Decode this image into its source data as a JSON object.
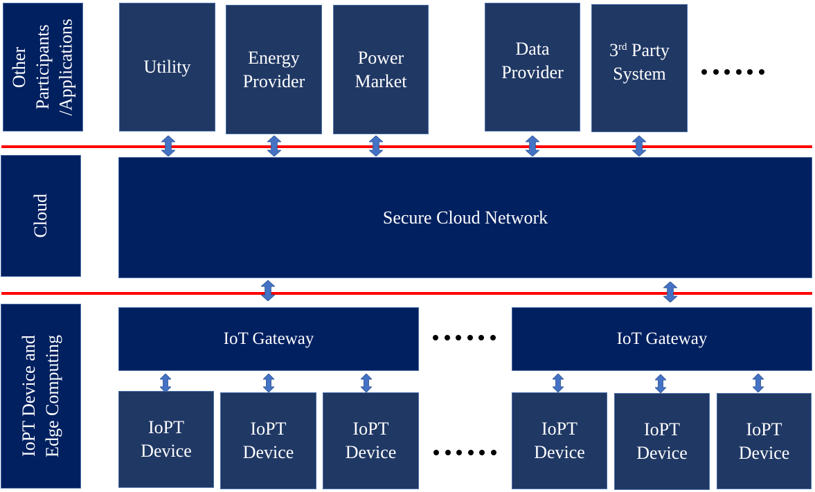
{
  "colors": {
    "layer_label_fill": "#002060",
    "node_fill": "#203864",
    "cloud_fill": "#002060",
    "gateway_fill": "#002060",
    "boundary_line": "#ff0000",
    "arrow_fill": "#4472c4",
    "text": "#ffffff"
  },
  "layers": {
    "participants": {
      "label_line1": "Other",
      "label_line2": "Participants",
      "label_line3": "/Applications"
    },
    "cloud": {
      "label": "Cloud"
    },
    "edge": {
      "label_line1": "IoPT Device and",
      "label_line2": "Edge Computing"
    }
  },
  "participants": [
    {
      "line1": "Utility",
      "line2": ""
    },
    {
      "line1": "Energy",
      "line2": "Provider"
    },
    {
      "line1": "Power",
      "line2": "Market"
    },
    {
      "line1": "Data",
      "line2": "Provider"
    },
    {
      "line1_number": "3",
      "line1_sup": "rd",
      "line1_rest": " Party",
      "line2": "System"
    }
  ],
  "participants_more": "······",
  "cloud_network": {
    "label": "Secure Cloud Network"
  },
  "gateways": [
    {
      "label": "IoT Gateway"
    },
    {
      "label": "IoT Gateway"
    }
  ],
  "gateways_more": "······",
  "devices": [
    {
      "line1": "IoPT",
      "line2": "Device"
    },
    {
      "line1": "IoPT",
      "line2": "Device"
    },
    {
      "line1": "IoPT",
      "line2": "Device"
    },
    {
      "line1": "IoPT",
      "line2": "Device"
    },
    {
      "line1": "IoPT",
      "line2": "Device"
    },
    {
      "line1": "IoPT",
      "line2": "Device"
    }
  ],
  "devices_more": "······",
  "connections": {
    "participant_to_cloud": 5,
    "cloud_to_gateway": 2,
    "gateway_to_device": 6
  }
}
